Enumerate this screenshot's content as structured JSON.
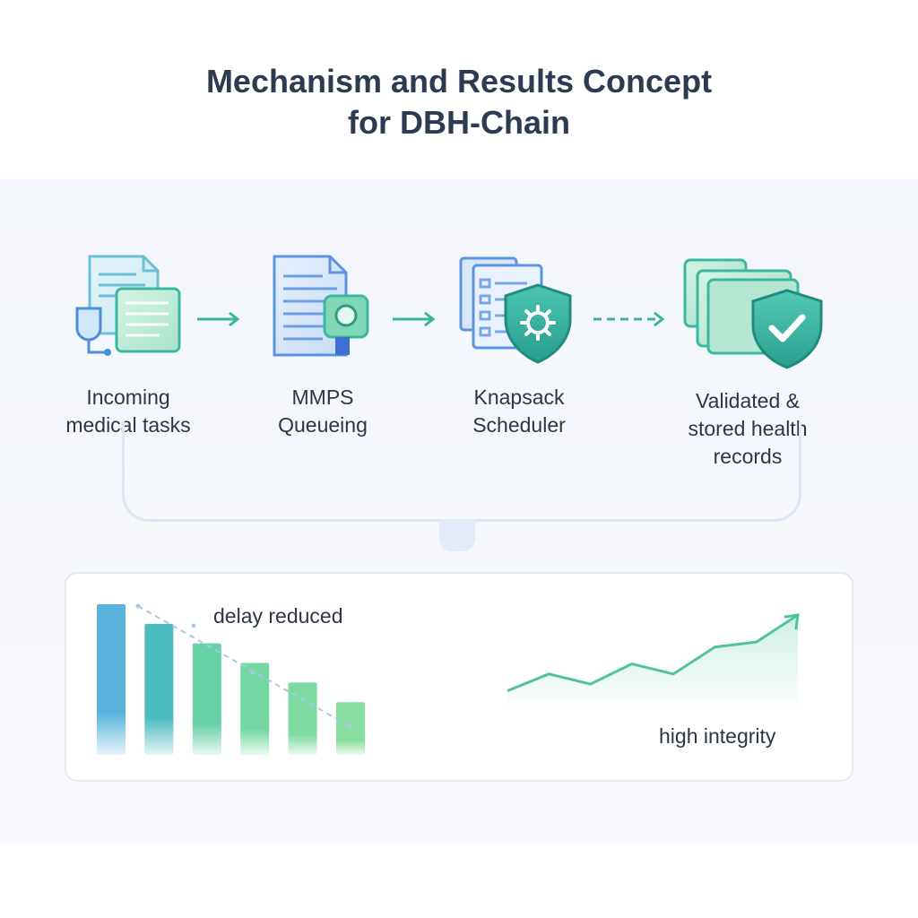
{
  "title": {
    "line1": "Mechanism and Results Concept",
    "line2": "for DBH-Chain"
  },
  "steps": [
    {
      "label": "Incoming\nmedical tasks",
      "icon": "medical-documents-icon"
    },
    {
      "label": "MMPS\nQueueing",
      "icon": "queue-document-icon"
    },
    {
      "label": "Knapsack\nScheduler",
      "icon": "scheduler-shield-gear-icon"
    },
    {
      "label": "Validated &\nstored health\nrecords",
      "icon": "shield-check-icon"
    }
  ],
  "results": {
    "delay_label": "delay reduced",
    "integrity_label": "high integrity"
  },
  "colors": {
    "teal": "#2bb5a0",
    "blue": "#5aa8dc",
    "green": "#7dd6a2",
    "arrow": "#39b39c"
  },
  "chart_data": [
    {
      "type": "bar",
      "title": "",
      "annotation": "delay reduced",
      "values": [
        100,
        87,
        74,
        61,
        48,
        35
      ]
    },
    {
      "type": "line",
      "title": "",
      "annotation": "high integrity",
      "values": [
        10,
        30,
        18,
        42,
        30,
        62,
        68,
        100
      ]
    }
  ]
}
